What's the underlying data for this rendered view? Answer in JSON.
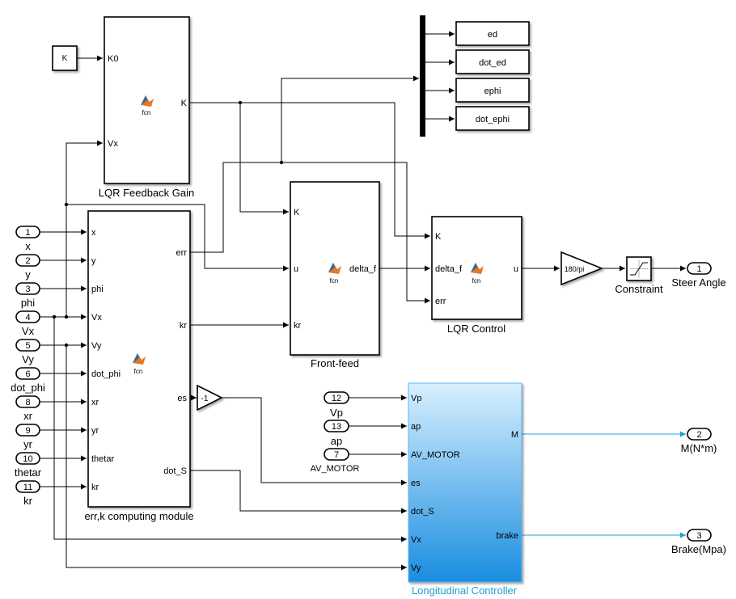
{
  "blocks": {
    "const_k": "K",
    "lqr_gain": {
      "name": "LQR Feedback Gain",
      "in_k0": "K0",
      "in_vx": "Vx",
      "out_k": "K",
      "fcn": "fcn"
    },
    "err_module": {
      "name": "err,k computing module",
      "fcn": "fcn",
      "inputs": [
        "x",
        "y",
        "phi",
        "Vx",
        "Vy",
        "dot_phi",
        "xr",
        "yr",
        "thetar",
        "kr"
      ],
      "outputs": [
        "err",
        "kr",
        "es",
        "dot_S"
      ]
    },
    "gain_neg": "-1",
    "front_feed": {
      "name": "Front-feed",
      "in_k": "K",
      "in_u": "u",
      "in_kr": "kr",
      "out": "delta_f",
      "fcn": "fcn"
    },
    "lqr_control": {
      "name": "LQR Control",
      "in_k": "K",
      "in_delta": "delta_f",
      "in_err": "err",
      "out": "u",
      "fcn": "fcn"
    },
    "gain_deg": "180/pi",
    "saturation": "Constraint",
    "long_ctrl": {
      "name": "Longitudinal Controller",
      "inputs": [
        "Vp",
        "ap",
        "AV_MOTOR",
        "es",
        "dot_S",
        "Vx",
        "Vy"
      ],
      "outputs": [
        "M",
        "brake"
      ]
    }
  },
  "scopes": [
    "ed",
    "dot_ed",
    "ephi",
    "dot_ephi"
  ],
  "inports": [
    {
      "num": "1",
      "name": "x"
    },
    {
      "num": "2",
      "name": "y"
    },
    {
      "num": "3",
      "name": "phi"
    },
    {
      "num": "4",
      "name": "Vx"
    },
    {
      "num": "5",
      "name": "Vy"
    },
    {
      "num": "6",
      "name": "dot_phi"
    },
    {
      "num": "8",
      "name": "xr"
    },
    {
      "num": "9",
      "name": "yr"
    },
    {
      "num": "10",
      "name": "thetar"
    },
    {
      "num": "11",
      "name": "kr"
    }
  ],
  "inports_right": [
    {
      "num": "12",
      "name": "Vp"
    },
    {
      "num": "13",
      "name": "ap"
    },
    {
      "num": "7",
      "name": "AV_MOTOR"
    }
  ],
  "outports": [
    {
      "num": "1",
      "name": "Steer Angle"
    },
    {
      "num": "2",
      "name": "M(N*m)"
    },
    {
      "num": "3",
      "name": "Brake(Mpa)"
    }
  ],
  "colors": {
    "accent_blue": "#1f9ed8",
    "controller_top": "#d8f0ff",
    "controller_bottom": "#1a8de0"
  }
}
